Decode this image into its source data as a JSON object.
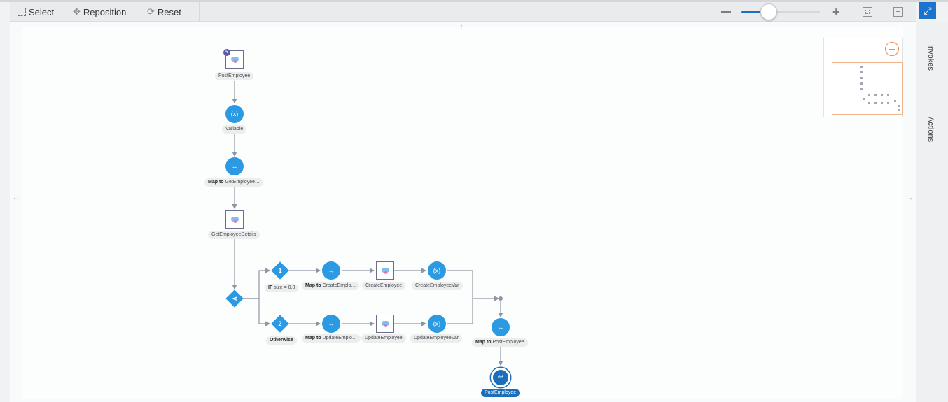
{
  "toolbar": {
    "select_label": "Select",
    "reposition_label": "Reposition",
    "reset_label": "Reset",
    "zoom_level": 0.35
  },
  "side_tabs": {
    "invokes": "Invokes",
    "actions": "Actions"
  },
  "flow": {
    "trigger_label": "PostEmployee",
    "variable_label": "Variable",
    "map_get_prefix": "Map to",
    "map_get_name": "GetEmployee…",
    "get_details_label": "GetEmployeeDetails",
    "branch1_number": "1",
    "branch1_cond_prefix": "IF",
    "branch1_cond": "size = 0.0",
    "branch1_map_prefix": "Map to",
    "branch1_map_name": "CreateEmplo…",
    "branch1_invoke": "CreateEmployee",
    "branch1_var": "CreateEmployeeVar",
    "branch2_number": "2",
    "branch2_cond": "Otherwise",
    "branch2_map_prefix": "Map to",
    "branch2_map_name": "UpdateEmplo…",
    "branch2_invoke": "UpdateEmployee",
    "branch2_var": "UpdateEmployeeVar",
    "map_post_prefix": "Map to",
    "map_post_name": "PostEmployee",
    "end_label": "PostEmployee"
  },
  "icons": {
    "variable": "(x)",
    "map": "↔",
    "return": "↩",
    "trigger_badge": "ϟ"
  },
  "colors": {
    "accent": "#2c9ae2",
    "end_node": "#1b6fba",
    "connector": "#8e96a2",
    "expand_button": "#1a73cc"
  }
}
